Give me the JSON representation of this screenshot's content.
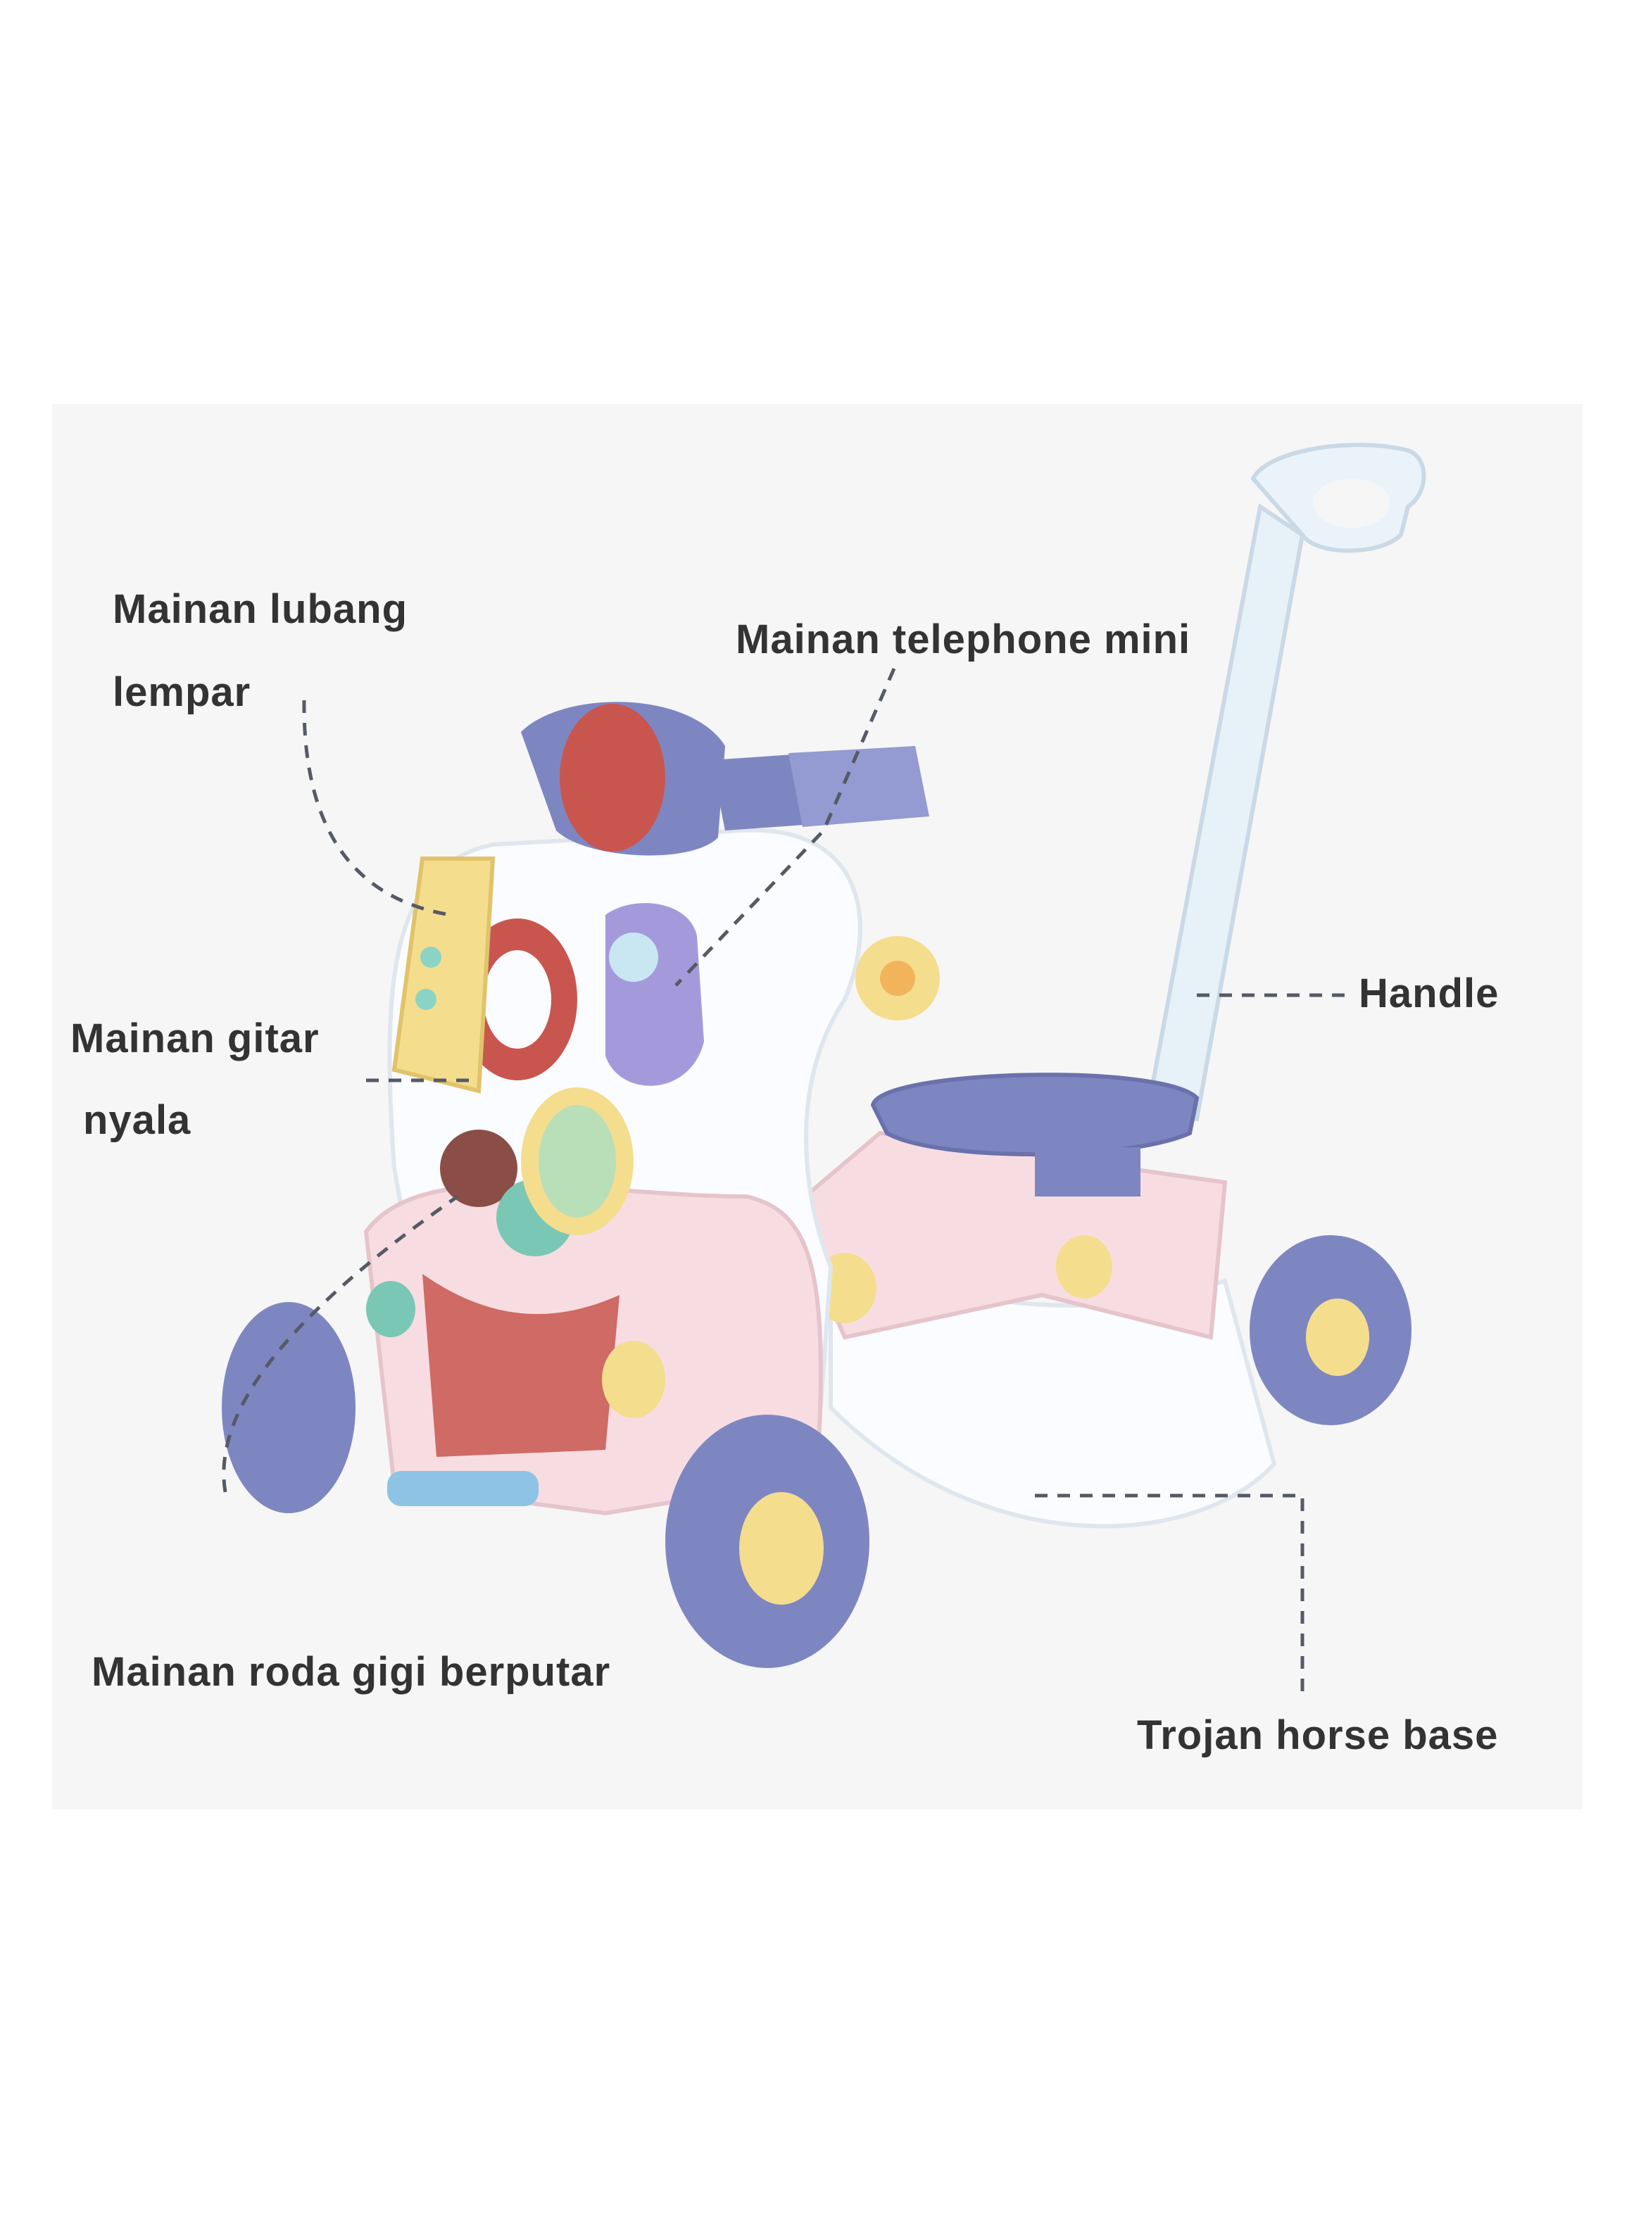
{
  "callouts": {
    "throw_hole_line1": "Mainan lubang",
    "throw_hole_line2": "lempar",
    "telephone": "Mainan telephone mini",
    "guitar_line1": "Mainan gitar",
    "guitar_line2": "nyala",
    "handle": "Handle",
    "gear": "Mainan roda gigi berputar",
    "base": "Trojan horse base"
  },
  "colors": {
    "panel_background": "#f6f6f6",
    "body_white": "#fafcff",
    "pink": "#f7dde2",
    "purple": "#7e86c2",
    "red": "#c8564f",
    "yellow": "#f5dd8e",
    "handle": "#e6f1f8",
    "leader_line": "#555a66"
  }
}
